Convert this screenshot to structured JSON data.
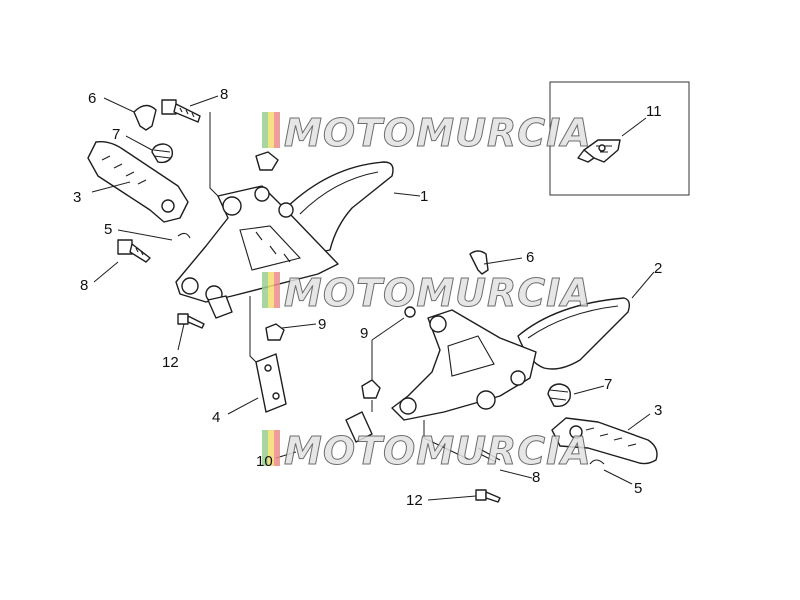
{
  "callouts": [
    {
      "id": "c1",
      "text": "1"
    },
    {
      "id": "c2",
      "text": "2"
    },
    {
      "id": "c3a",
      "text": "3"
    },
    {
      "id": "c3b",
      "text": "3"
    },
    {
      "id": "c4",
      "text": "4"
    },
    {
      "id": "c5a",
      "text": "5"
    },
    {
      "id": "c5b",
      "text": "5"
    },
    {
      "id": "c6a",
      "text": "6"
    },
    {
      "id": "c6b",
      "text": "6"
    },
    {
      "id": "c7a",
      "text": "7"
    },
    {
      "id": "c7b",
      "text": "7"
    },
    {
      "id": "c8a",
      "text": "8"
    },
    {
      "id": "c8b",
      "text": "8"
    },
    {
      "id": "c8c",
      "text": "8"
    },
    {
      "id": "c9a",
      "text": "9"
    },
    {
      "id": "c9b",
      "text": "9"
    },
    {
      "id": "c10",
      "text": "10"
    },
    {
      "id": "c11",
      "text": "11"
    },
    {
      "id": "c12a",
      "text": "12"
    },
    {
      "id": "c12b",
      "text": "12"
    }
  ],
  "watermark": {
    "text": "MOTOMURCIA",
    "colors": {
      "fill": "#e2e2e2",
      "stroke": "#555555",
      "flag_green": "#9bcf8f",
      "flag_yellow": "#f2de70",
      "flag_red": "#ee8b8b"
    }
  }
}
